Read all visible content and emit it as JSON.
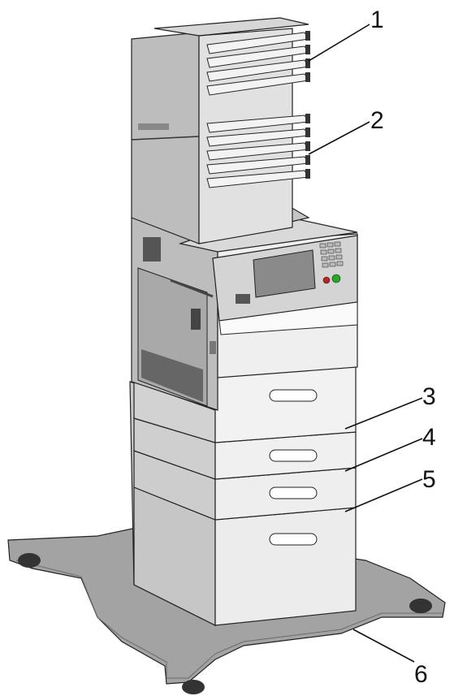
{
  "figure": {
    "subject": "printer-with-mailbox-and-trays-on-caster-base",
    "callouts": [
      {
        "id": "1",
        "label": "1"
      },
      {
        "id": "2",
        "label": "2"
      },
      {
        "id": "3",
        "label": "3"
      },
      {
        "id": "4",
        "label": "4"
      },
      {
        "id": "5",
        "label": "5"
      },
      {
        "id": "6",
        "label": "6"
      }
    ]
  },
  "colors": {
    "body_light": "#e6e6e6",
    "body_mid": "#c8c8c8",
    "body_dark": "#8f8f8f",
    "stand": "#9b9b9b",
    "outline": "#222222",
    "screen": "#8a8a8a"
  }
}
